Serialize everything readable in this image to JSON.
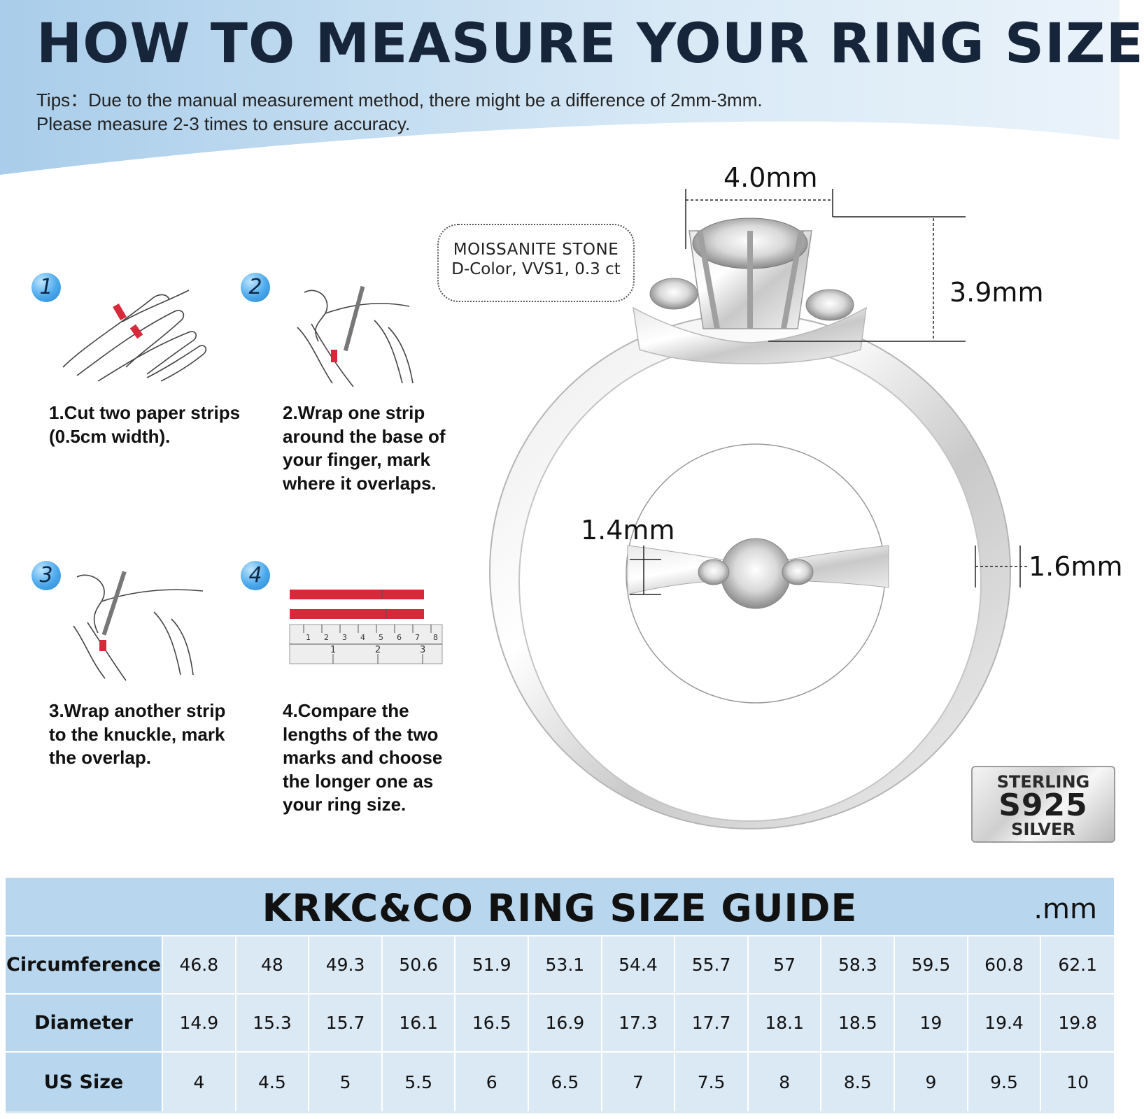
{
  "header": {
    "title": "HOW TO MEASURE YOUR RING SIZE",
    "tips_line1": "Tips：Due to the manual measurement method, there might be a difference of 2mm-3mm.",
    "tips_line2": "Please measure 2-3 times to ensure accuracy."
  },
  "steps": [
    {
      "number": "1",
      "text": "1.Cut two paper strips (0.5cm width)."
    },
    {
      "number": "2",
      "text": "2.Wrap one strip around the base of your finger, mark where it overlaps."
    },
    {
      "number": "3",
      "text": "3.Wrap another strip to the knuckle, mark the overlap."
    },
    {
      "number": "4",
      "text": "4.Compare the lengths of the two marks and choose the longer one as your ring size."
    }
  ],
  "ruler": {
    "labels": [
      "1",
      "2",
      "3",
      "4",
      "5",
      "6",
      "7",
      "8"
    ],
    "lower_labels": [
      "1",
      "2",
      "3"
    ]
  },
  "ring": {
    "stone_title": "MOISSANITE STONE",
    "stone_spec": "D-Color, VVS1, 0.3 ct",
    "dim_stone_width": "4.0mm",
    "dim_stone_height": "3.9mm",
    "dim_band_top": "1.4mm",
    "dim_band_side": "1.6mm"
  },
  "badge": {
    "top": "STERLING",
    "mid": "S925",
    "bottom": "SILVER"
  },
  "size_guide": {
    "title": "KRKC&CO RING SIZE GUIDE",
    "unit": ".mm",
    "rows": [
      {
        "label": "Circumference",
        "values": [
          "46.8",
          "48",
          "49.3",
          "50.6",
          "51.9",
          "53.1",
          "54.4",
          "55.7",
          "57",
          "58.3",
          "59.5",
          "60.8",
          "62.1"
        ]
      },
      {
        "label": "Diameter",
        "values": [
          "14.9",
          "15.3",
          "15.7",
          "16.1",
          "16.5",
          "16.9",
          "17.3",
          "17.7",
          "18.1",
          "18.5",
          "19",
          "19.4",
          "19.8"
        ]
      },
      {
        "label": "US Size",
        "values": [
          "4",
          "4.5",
          "5",
          "5.5",
          "6",
          "6.5",
          "7",
          "7.5",
          "8",
          "8.5",
          "9",
          "9.5",
          "10"
        ]
      }
    ]
  },
  "colors": {
    "accent_blue": "#4aa8ec",
    "strip_red": "#d8283a",
    "title_navy": "#17253a",
    "table_bg": "#dbe9f5",
    "table_head": "#b8d7ee"
  }
}
